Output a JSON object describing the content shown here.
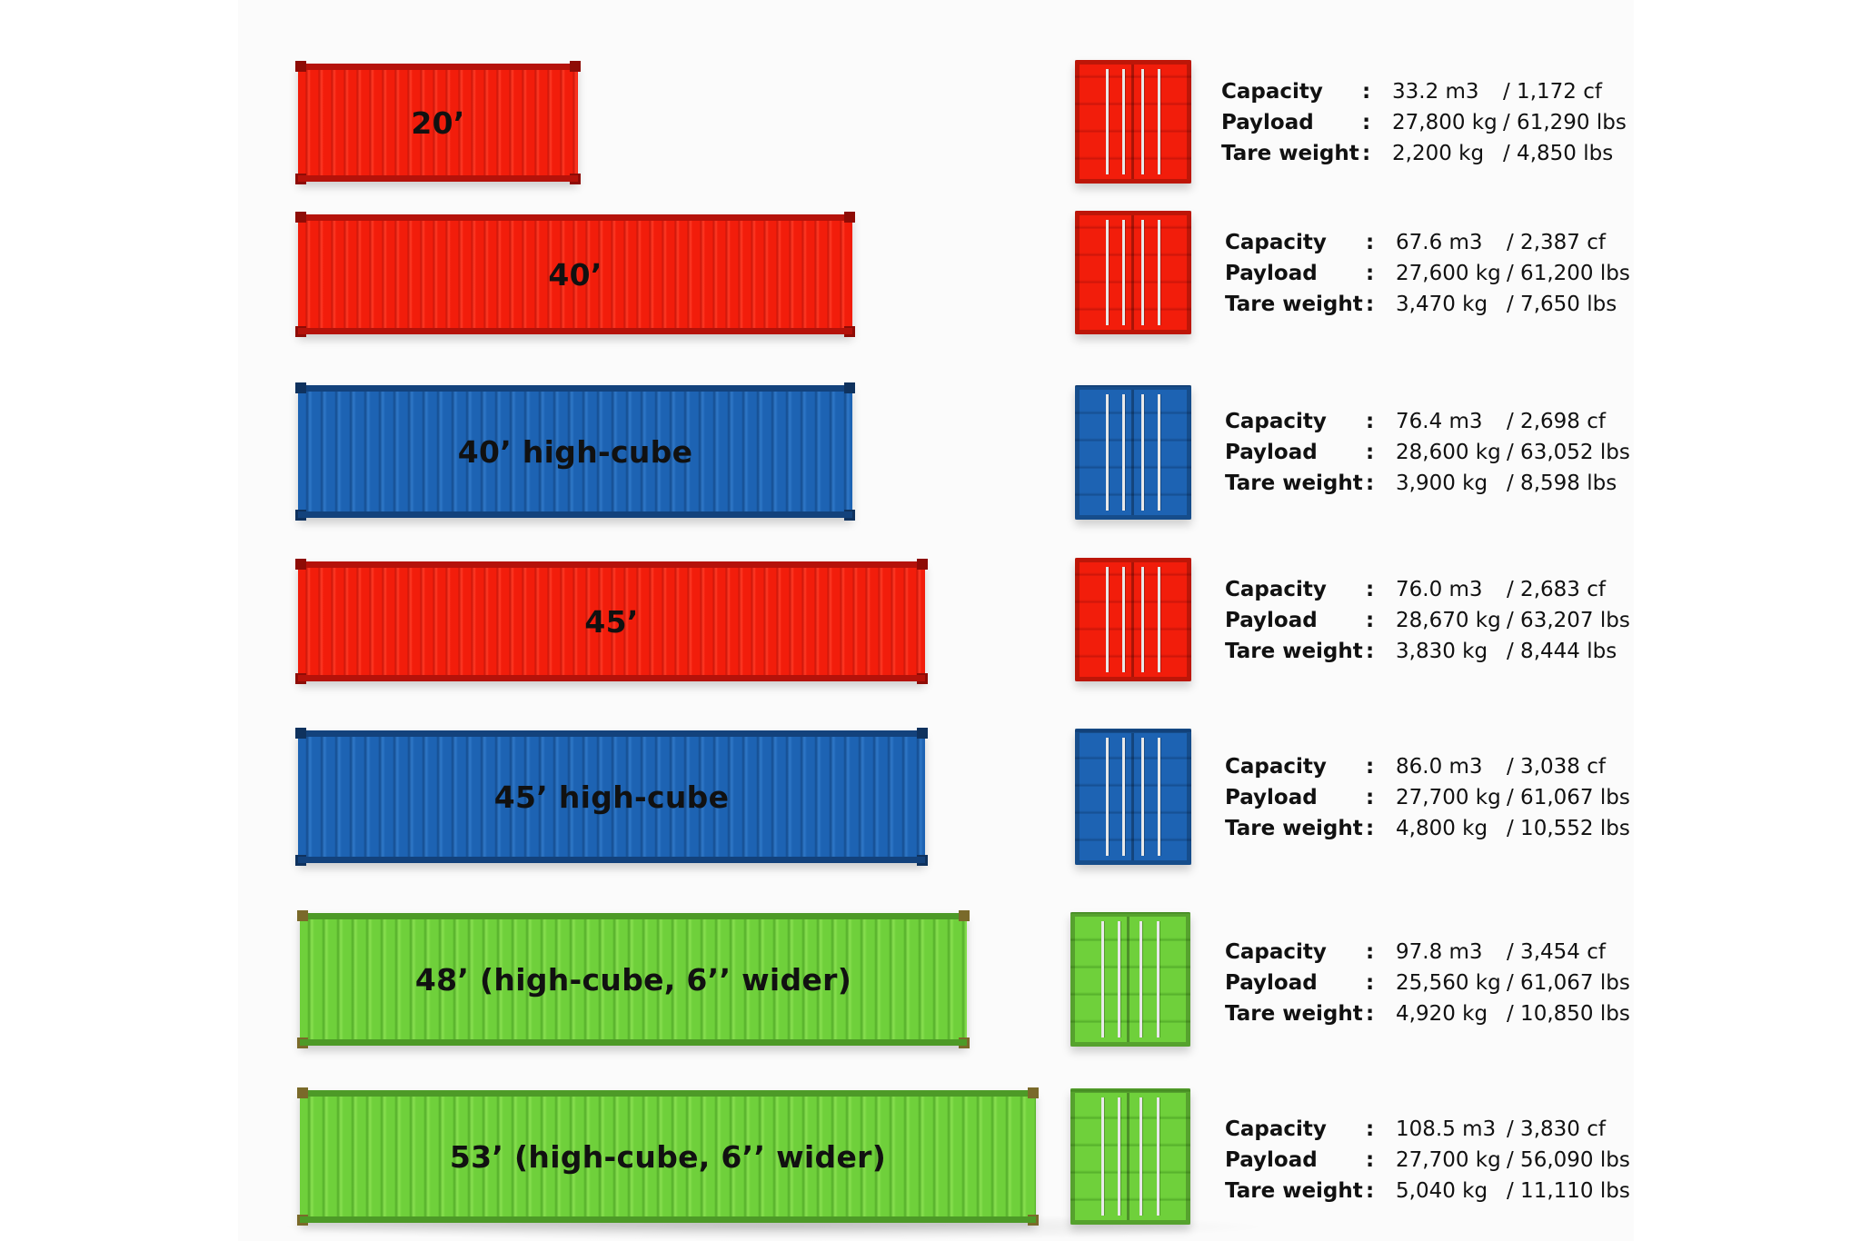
{
  "containers": [
    {
      "name": "20’",
      "color": "red",
      "specs": {
        "capacity_label": "Capacity",
        "capacity_sep": ":",
        "capacity_metric": "33.2 m3",
        "capacity_imperial": "/ 1,172 cf",
        "payload_label": "Payload",
        "payload_sep": ":",
        "payload_metric": "27,800 kg",
        "payload_imperial": "/ 61,290 lbs",
        "tare_label": "Tare weight",
        "tare_sep": ":",
        "tare_metric": "2,200 kg",
        "tare_imperial": "/ 4,850 lbs"
      }
    },
    {
      "name": "40’",
      "color": "red",
      "specs": {
        "capacity_label": "Capacity",
        "capacity_sep": ":",
        "capacity_metric": "67.6 m3",
        "capacity_imperial": "/ 2,387 cf",
        "payload_label": "Payload",
        "payload_sep": ":",
        "payload_metric": "27,600 kg",
        "payload_imperial": "/ 61,200 lbs",
        "tare_label": "Tare weight",
        "tare_sep": ":",
        "tare_metric": "3,470 kg",
        "tare_imperial": "/ 7,650 lbs"
      }
    },
    {
      "name": "40’ high-cube",
      "color": "blue",
      "specs": {
        "capacity_label": "Capacity",
        "capacity_sep": ":",
        "capacity_metric": "76.4 m3",
        "capacity_imperial": "/ 2,698 cf",
        "payload_label": "Payload",
        "payload_sep": ":",
        "payload_metric": "28,600 kg",
        "payload_imperial": "/ 63,052 lbs",
        "tare_label": "Tare weight",
        "tare_sep": ":",
        "tare_metric": "3,900 kg",
        "tare_imperial": "/ 8,598 lbs"
      }
    },
    {
      "name": "45’",
      "color": "red",
      "specs": {
        "capacity_label": "Capacity",
        "capacity_sep": ":",
        "capacity_metric": "76.0 m3",
        "capacity_imperial": "/ 2,683 cf",
        "payload_label": "Payload",
        "payload_sep": ":",
        "payload_metric": "28,670 kg",
        "payload_imperial": "/ 63,207 lbs",
        "tare_label": "Tare weight",
        "tare_sep": ":",
        "tare_metric": "3,830 kg",
        "tare_imperial": "/ 8,444 lbs"
      }
    },
    {
      "name": "45’ high-cube",
      "color": "blue",
      "specs": {
        "capacity_label": "Capacity",
        "capacity_sep": ":",
        "capacity_metric": "86.0 m3",
        "capacity_imperial": "/ 3,038 cf",
        "payload_label": "Payload",
        "payload_sep": ":",
        "payload_metric": "27,700 kg",
        "payload_imperial": "/ 61,067 lbs",
        "tare_label": "Tare weight",
        "tare_sep": ":",
        "tare_metric": "4,800 kg",
        "tare_imperial": "/ 10,552 lbs"
      }
    },
    {
      "name": "48’ (high-cube, 6’’ wider)",
      "color": "green",
      "specs": {
        "capacity_label": "Capacity",
        "capacity_sep": ":",
        "capacity_metric": "97.8 m3",
        "capacity_imperial": "/ 3,454 cf",
        "payload_label": "Payload",
        "payload_sep": ":",
        "payload_metric": "25,560 kg",
        "payload_imperial": "/ 61,067 lbs",
        "tare_label": "Tare weight",
        "tare_sep": ":",
        "tare_metric": "4,920 kg",
        "tare_imperial": "/ 10,850 lbs"
      }
    },
    {
      "name": "53’ (high-cube, 6’’ wider)",
      "color": "green",
      "specs": {
        "capacity_label": "Capacity",
        "capacity_sep": ":",
        "capacity_metric": "108.5 m3",
        "capacity_imperial": "/ 3,830 cf",
        "payload_label": "Payload",
        "payload_sep": ":",
        "payload_metric": "27,700 kg",
        "payload_imperial": "/ 56,090 lbs",
        "tare_label": "Tare weight",
        "tare_sep": ":",
        "tare_metric": "5,040 kg",
        "tare_imperial": "/ 11,110 lbs"
      }
    }
  ],
  "colors": {
    "red": "#f21d0b",
    "blue": "#1d63b3",
    "green": "#6fd03b"
  }
}
